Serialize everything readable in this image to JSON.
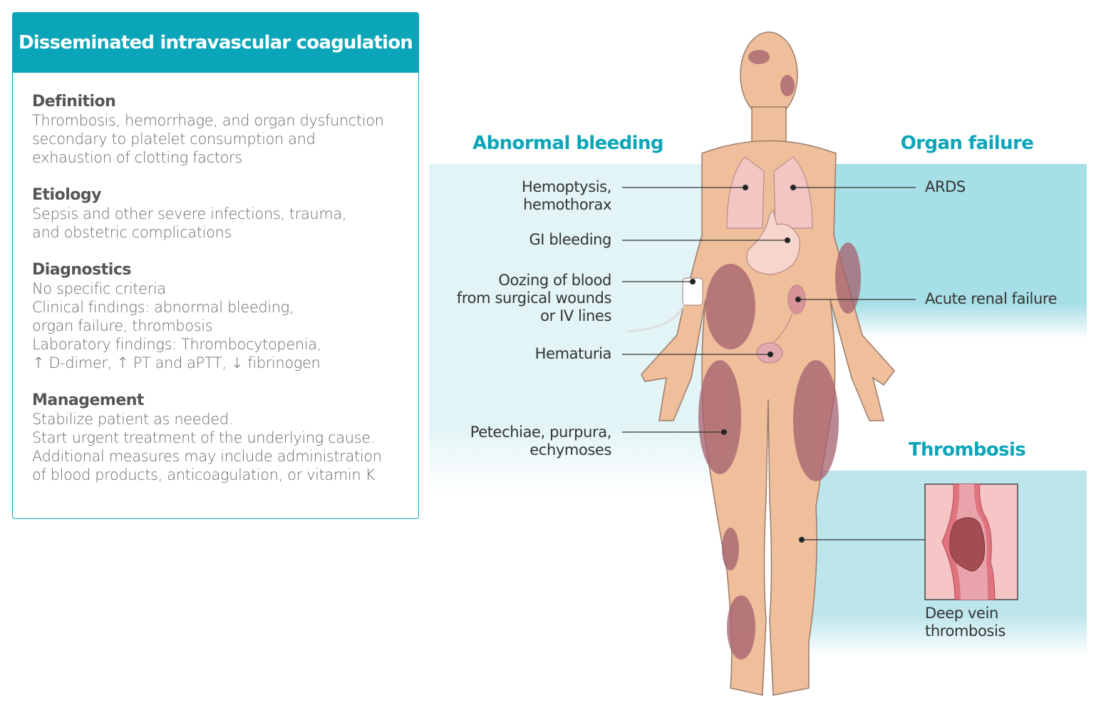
{
  "card": {
    "title": "Disseminated intravascular coagulation",
    "sections": [
      {
        "heading": "Definition",
        "lines": [
          "Thrombosis, hemorrhage, and organ dysfunction",
          "secondary to platelet consumption and",
          "exhaustion of clotting factors"
        ]
      },
      {
        "heading": "Etiology",
        "lines": [
          "Sepsis and other severe infections, trauma,",
          "and obstetric complications"
        ]
      },
      {
        "heading": "Diagnostics",
        "lines": [
          "No specific criteria",
          "Clinical findings: abnormal bleeding,",
          "organ failure, thrombosis",
          "Laboratory findings: Thrombocytopenia,",
          "↑ D-dimer, ↑ PT and aPTT, ↓ fibrinogen"
        ]
      },
      {
        "heading": "Management",
        "lines": [
          "Stabilize patient as needed.",
          "Start urgent treatment of the underlying cause.",
          "Additional measures may include administration",
          "of blood products, anticoagulation, or vitamin K"
        ]
      }
    ]
  },
  "headings": {
    "bleeding": "Abnormal bleeding",
    "organ": "Organ failure",
    "thrombosis": "Thrombosis"
  },
  "bleeding_labels": [
    {
      "lines": [
        "Hemoptysis,",
        "hemothorax"
      ]
    },
    {
      "lines": [
        "GI bleeding"
      ]
    },
    {
      "lines": [
        "Oozing of blood",
        "from surgical wounds",
        "or IV lines"
      ]
    },
    {
      "lines": [
        "Hematuria"
      ]
    },
    {
      "lines": [
        "Petechiae, purpura,",
        "echymoses"
      ]
    }
  ],
  "organ_labels": [
    "ARDS",
    "Acute renal failure"
  ],
  "thrombosis_label": [
    "Deep vein",
    "thrombosis"
  ],
  "colors": {
    "teal": "#0aa5b8",
    "skin": "#efbf9c",
    "bruise": "#a45f6c",
    "panel_light": "#e2f4f6",
    "panel_dark": "#a7dfe6"
  }
}
